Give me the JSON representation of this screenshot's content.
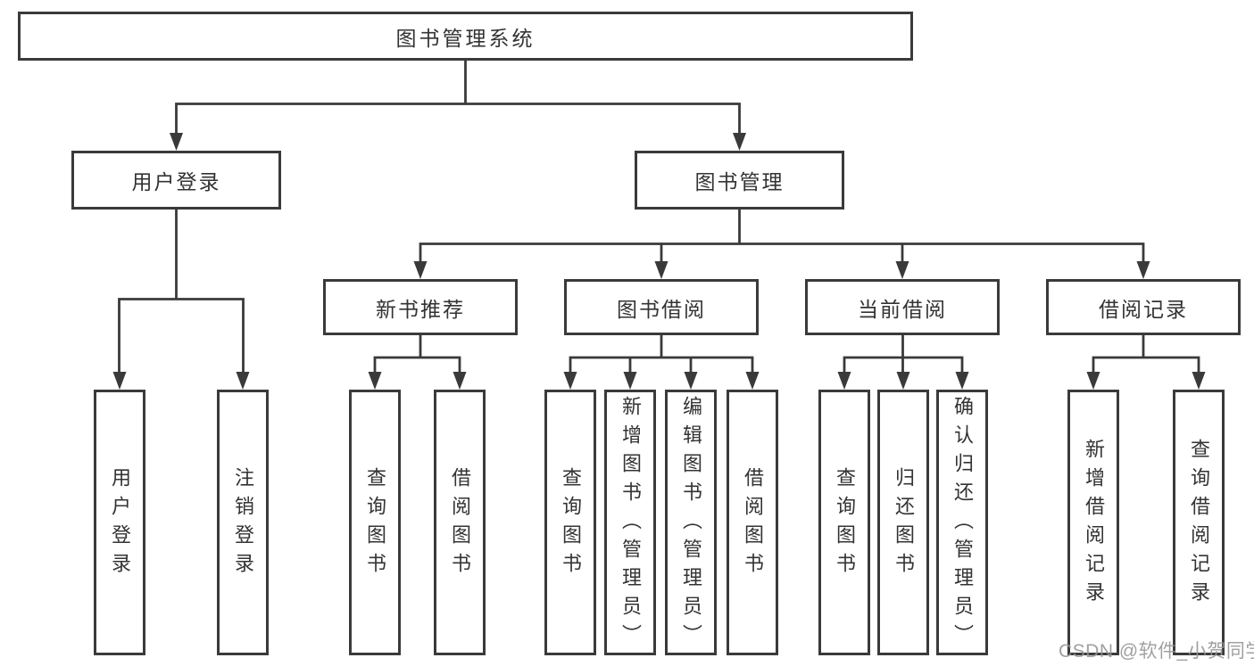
{
  "diagram": {
    "root": {
      "label": "图书管理系统"
    },
    "children": [
      {
        "label": "用户登录",
        "children": [
          {
            "label": "用户登录"
          },
          {
            "label": "注销登录"
          }
        ]
      },
      {
        "label": "图书管理",
        "children": [
          {
            "label": "新书推荐",
            "children": [
              {
                "label": "查询图书"
              },
              {
                "label": "借阅图书"
              }
            ]
          },
          {
            "label": "图书借阅",
            "children": [
              {
                "label": "查询图书"
              },
              {
                "label": "新增图书（管理员）"
              },
              {
                "label": "编辑图书（管理员）"
              },
              {
                "label": "借阅图书"
              }
            ]
          },
          {
            "label": "当前借阅",
            "children": [
              {
                "label": "查询图书"
              },
              {
                "label": "归还图书"
              },
              {
                "label": "确认归还（管理员）"
              }
            ]
          },
          {
            "label": "借阅记录",
            "children": [
              {
                "label": "新增借阅记录"
              },
              {
                "label": "查询借阅记录"
              }
            ]
          }
        ]
      }
    ]
  },
  "watermark": {
    "text": "CSDN @软件_小贺同学"
  },
  "colors": {
    "line": "#3a3a3a",
    "text": "#333333",
    "background": "#ffffff",
    "watermark": "#969696"
  }
}
